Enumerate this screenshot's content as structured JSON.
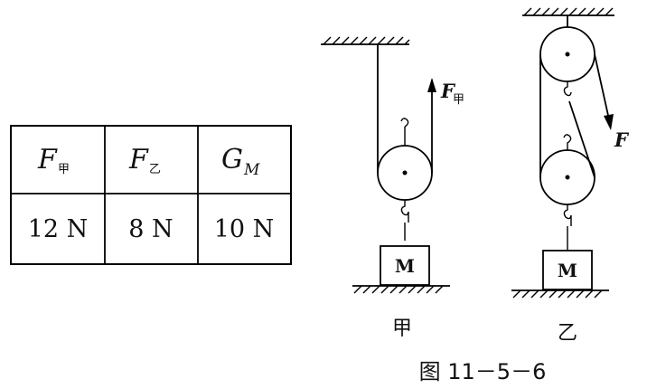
{
  "table": {
    "headers": [
      {
        "symbol": "F",
        "subscript": "甲"
      },
      {
        "symbol": "F",
        "subscript": "乙"
      },
      {
        "symbol": "G",
        "subscript": "M"
      }
    ],
    "values": [
      "12 N",
      "8 N",
      "10 N"
    ]
  },
  "diagram_left": {
    "force_symbol": "F",
    "force_subscript": "甲",
    "mass_label": "M",
    "label": "甲"
  },
  "diagram_right": {
    "force_symbol": "F",
    "mass_label": "M",
    "label": "乙"
  },
  "caption": "图 11－5－6"
}
